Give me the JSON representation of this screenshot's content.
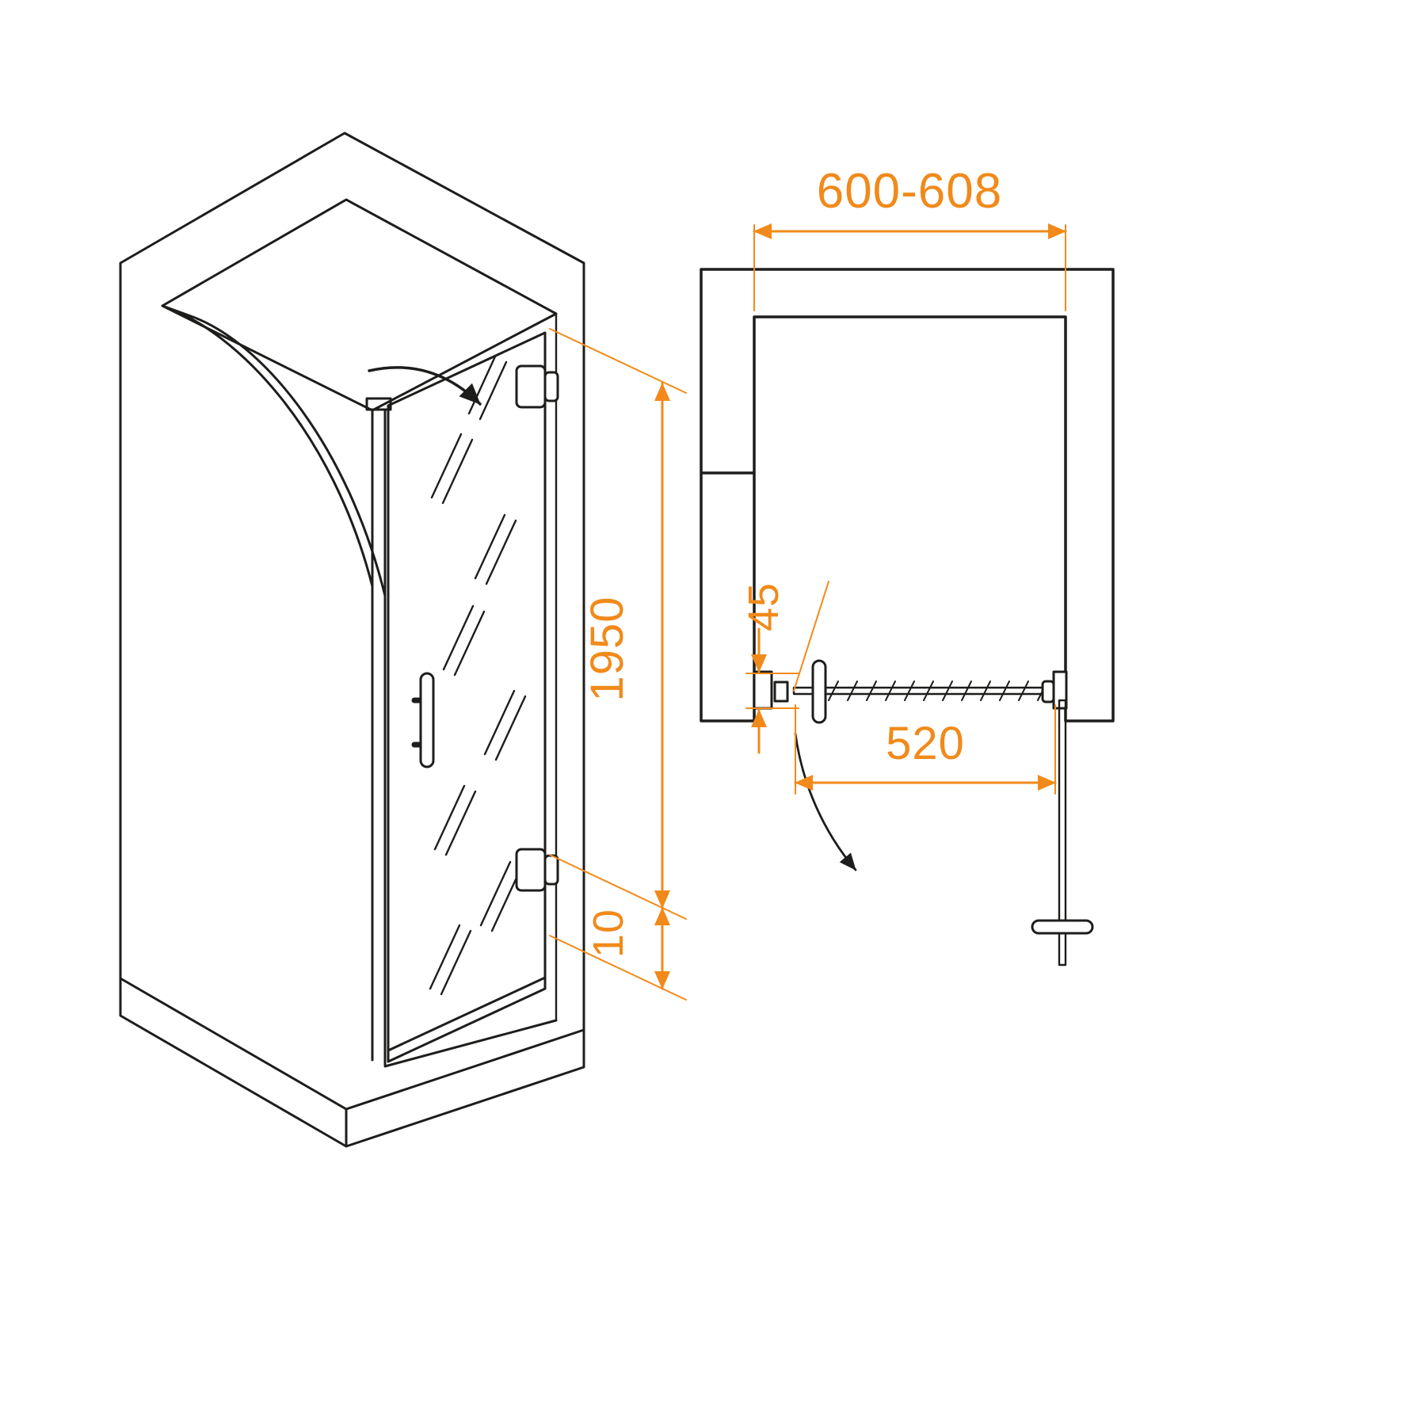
{
  "document": {
    "type": "technical-drawing",
    "background": "#ffffff"
  },
  "colors": {
    "outline": "#1d1d1b",
    "dimension": "#F18A1A"
  },
  "icons": {
    "dimension_arrow": "filled-triangle",
    "door_open_arrow": "curved-arrow",
    "door_swing_arrow": "curved-arrow"
  },
  "views": {
    "isometric": {
      "dims": {
        "door_height": "1950",
        "bottom_gap": "10"
      }
    },
    "plan": {
      "dims": {
        "niche_width": "600-608",
        "wall_profile": "45",
        "opening_width": "520"
      }
    }
  }
}
